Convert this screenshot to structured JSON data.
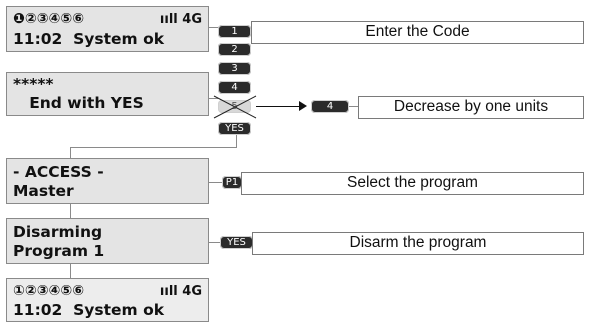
{
  "screens": {
    "s1": {
      "zones": "❶②③④⑤⑥",
      "signal": "ııll 4G",
      "line2": "11:02  System ok"
    },
    "s2": {
      "line1": "*****",
      "line2": "   End with YES"
    },
    "s3": {
      "line1": "- ACCESS -",
      "line2": "Master"
    },
    "s4": {
      "line1": "Disarming",
      "line2": "Program 1"
    },
    "s5": {
      "zones": "①②③④⑤⑥",
      "signal": "ııll 4G",
      "line2": "11:02  System ok"
    }
  },
  "keys": {
    "k1": "1",
    "k2": "2",
    "k3": "3",
    "k4": "4",
    "k5": "5",
    "yes1": "YES",
    "dec": "4",
    "p1": "P1",
    "yes2": "YES"
  },
  "labels": {
    "enter_code": "Enter the Code",
    "decrease": "Decrease by one units",
    "select_program": "Select the program",
    "disarm_program": "Disarm the program"
  }
}
